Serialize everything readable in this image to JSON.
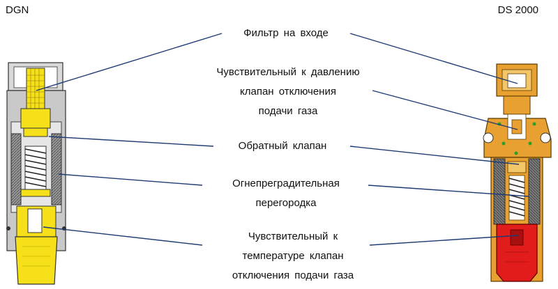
{
  "titles": {
    "left": "DGN",
    "right": "DS 2000"
  },
  "labels": {
    "filter": [
      "Фильтр на входе"
    ],
    "pressure_valve": [
      "Чувствительный к давлению",
      "клапан отключения",
      "подачи газа"
    ],
    "check_valve": [
      "Обратный клапан"
    ],
    "flame_arrestor": [
      "Огнепреградительная",
      "перегородка"
    ],
    "temperature_valve": [
      "Чувствительный к",
      "температуре клапан",
      "отключения подачи газа"
    ]
  },
  "colors": {
    "yellow": "#f5e01a",
    "gray": "#8c8c8c",
    "gold": "#e8a030",
    "red": "#e21b1b",
    "leader": "#1f3b73"
  }
}
